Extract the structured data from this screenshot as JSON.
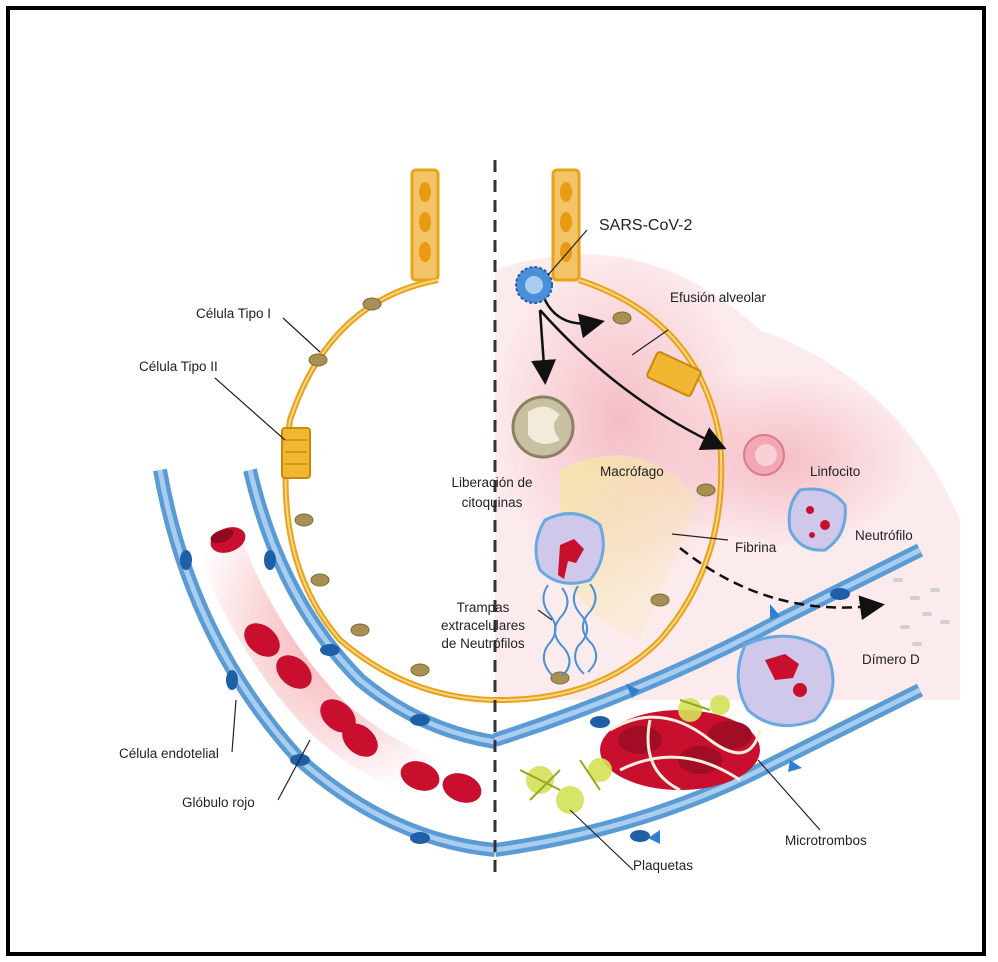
{
  "labels": {
    "sars_cov_2": "SARS-CoV-2",
    "efusion_alveolar": "Efusión alveolar",
    "celula_tipo_1": "Célula Tipo I",
    "celula_tipo_2": "Célula Tipo II",
    "liberacion_citoquinas_1": "Liberación de",
    "liberacion_citoquinas_2": "citoquinas",
    "macrofago": "Macrófago",
    "linfocito": "Linfocito",
    "neutrofilo": "Neutrófilo",
    "fibrina": "Fibrina",
    "trampas_1": "Trampas",
    "trampas_2": "extracelulares",
    "trampas_3": "de Neutrófilos",
    "dimero_d": "Dímero D",
    "celula_endotelial": "Célula endotelial",
    "globulo_rojo": "Glóbulo rojo",
    "microtrombos": "Microtrombos",
    "plaquetas": "Plaquetas"
  },
  "colors": {
    "alveolus_wall": "#e8a317",
    "endothelium": "#5b9bd5",
    "red_blood_cell": "#c8102e",
    "inflammation_pink": "#f6c9cf",
    "platelet": "#d4e157",
    "virus": "#4a90d9"
  }
}
